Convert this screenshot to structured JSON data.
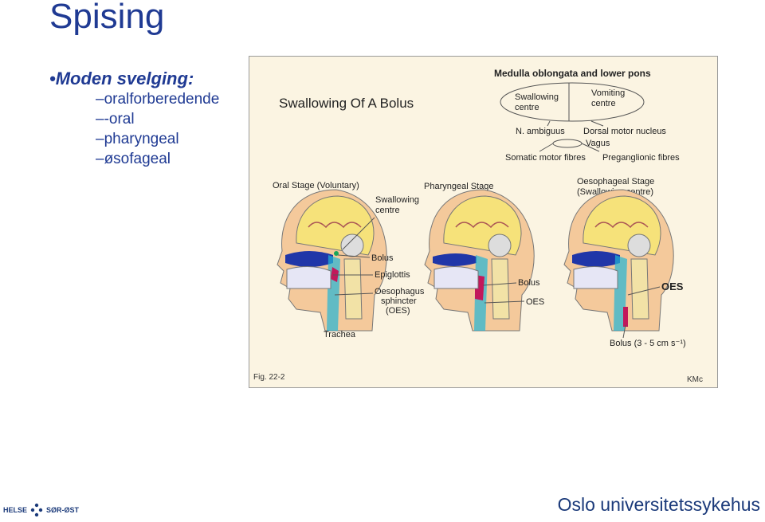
{
  "slide": {
    "title": "Spising",
    "bullet_main": "•Moden svelging:",
    "sub_items": [
      "–oralforberedende",
      "–-oral",
      "–pharyngeal",
      "–øsofageal"
    ]
  },
  "figure": {
    "heading": "Swallowing Of  A  Bolus",
    "medulla_title": "Medulla oblongata and lower pons",
    "swallowing_centre_1": "Swallowing",
    "swallowing_centre_2": "centre",
    "vomiting_centre_1": "Vomiting",
    "vomiting_centre_2": "centre",
    "n_ambiguus": "N. ambiguus",
    "dorsal_motor": "Dorsal motor nucleus",
    "vagus": "Vagus",
    "somatic": "Somatic motor fibres",
    "preganglionic": "Preganglionic fibres",
    "oral_stage": "Oral Stage (Voluntary)",
    "pharyngeal_stage": "Pharyngeal Stage",
    "oesophageal_stage_1": "Oesophageal Stage",
    "oesophageal_stage_2": "(Swallowing centre)",
    "label_swallowing_1": "Swallowing",
    "label_swallowing_2": "centre",
    "label_bolus_1": "Bolus",
    "label_epiglottis": "Epiglottis",
    "label_oes_1": "Oesophagus",
    "label_oes_2": "sphincter",
    "label_oes_3": "(OES)",
    "label_trachea": "Trachea",
    "label_bolus_2": "Bolus",
    "label_oes_short": "OES",
    "label_oes_big": "OES",
    "label_bolus_speed": "Bolus (3 - 5 cm s⁻¹)",
    "fig_number": "Fig. 22-2",
    "credit": "KMc"
  },
  "footer": {
    "logo_left": "HELSE",
    "logo_right": "SØR-ØST",
    "hospital": "Oslo universitetssykehus"
  },
  "colors": {
    "title": "#1f3a93",
    "figure_bg": "#fbf4e2",
    "skin": "#f4c99b",
    "brain": "#f6e27a",
    "bolus": "#c2185b",
    "cyan": "#22b5d6",
    "blue": "#2036a8"
  }
}
